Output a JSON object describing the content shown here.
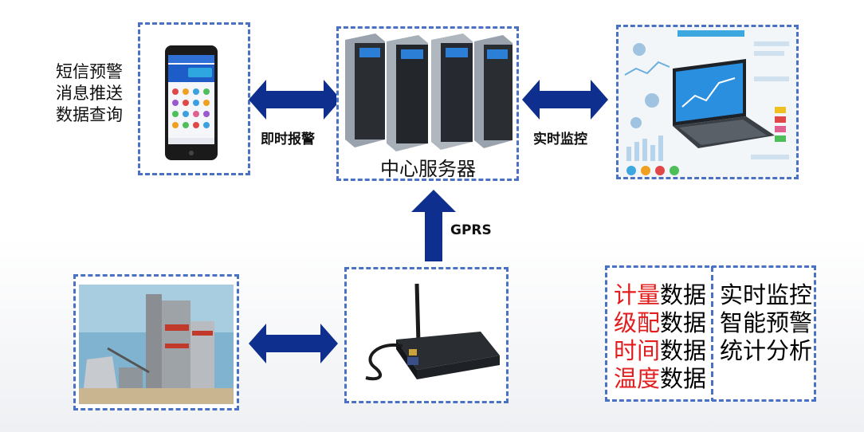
{
  "labels": {
    "left_lines": [
      "短信预警",
      "消息推送",
      "数据查询"
    ],
    "alarm": "即时报警",
    "monitor": "实时监控",
    "server": "中心服务器",
    "gprs": "GPRS"
  },
  "data_box": {
    "left_rows": [
      {
        "red": "计量",
        "black": "数据"
      },
      {
        "red": "级配",
        "black": "数据"
      },
      {
        "red": "时间",
        "black": "数据"
      },
      {
        "red": "温度",
        "black": "数据"
      }
    ],
    "right_rows": [
      "实时监控",
      "智能预警",
      "统计分析"
    ]
  },
  "colors": {
    "arrow": "#0f2f8f",
    "dashed_border": "#4a72c4",
    "highlight_red": "#e21d1d"
  }
}
